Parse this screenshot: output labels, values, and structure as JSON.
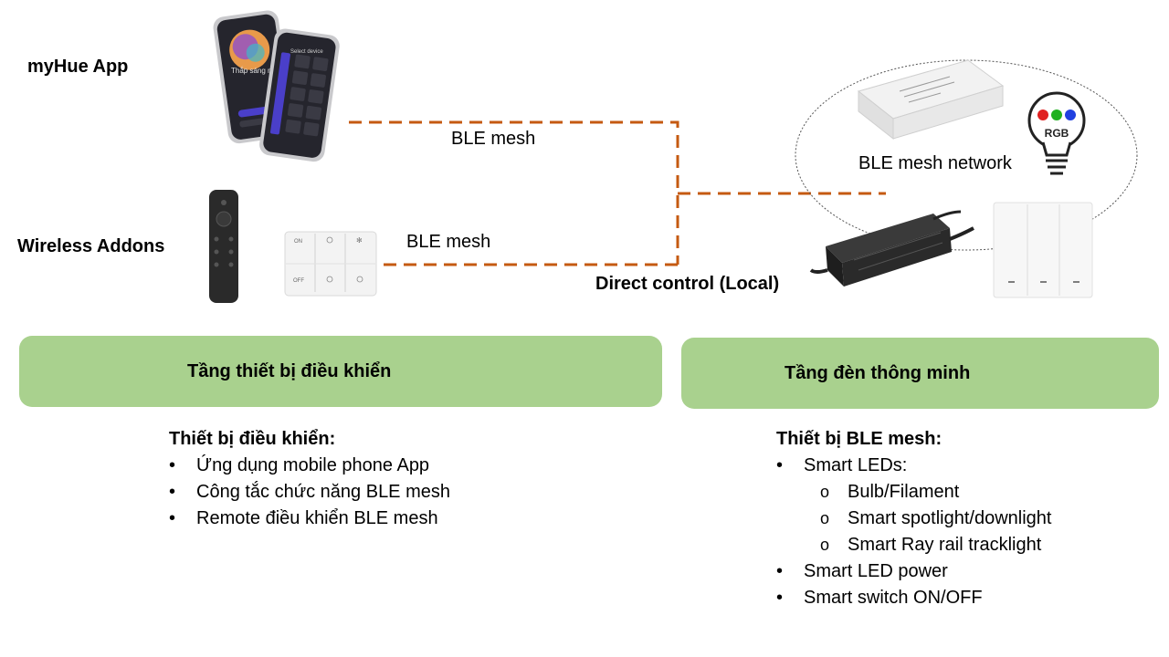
{
  "labels": {
    "myhue_app": "myHue App",
    "wireless_addons": "Wireless Addons",
    "ble_mesh_top": "BLE mesh",
    "ble_mesh_bottom": "BLE mesh",
    "ble_mesh_network": "BLE mesh network",
    "direct_control": "Direct control (Local)"
  },
  "phone": {
    "screen_text": "Thắp sáng ngôi nhà của bạn",
    "header_text": "Select device"
  },
  "switch_panel": {
    "on_label": "ON",
    "off_label": "OFF"
  },
  "bulb": {
    "label": "RGB"
  },
  "tiers": {
    "left": "Tầng thiết bị điều khiển",
    "right": "Tầng đèn thông minh"
  },
  "left_list": {
    "heading": "Thiết bị điều khiển:",
    "items": [
      "Ứng dụng mobile phone App",
      "Công tắc chức năng BLE mesh",
      "Remote điều khiển BLE mesh"
    ]
  },
  "right_list": {
    "heading": "Thiết bị BLE mesh:",
    "item1": "Smart LEDs:",
    "subitems": [
      "Bulb/Filament",
      "Smart spotlight/downlight",
      "Smart Ray rail tracklight"
    ],
    "item2": "Smart LED power",
    "item3": "Smart switch ON/OFF"
  },
  "colors": {
    "connector": "#c55a11",
    "tier_fill": "#a9d18e",
    "phone_dark": "#2b2b33",
    "accent_purple": "#4a3fc9"
  }
}
